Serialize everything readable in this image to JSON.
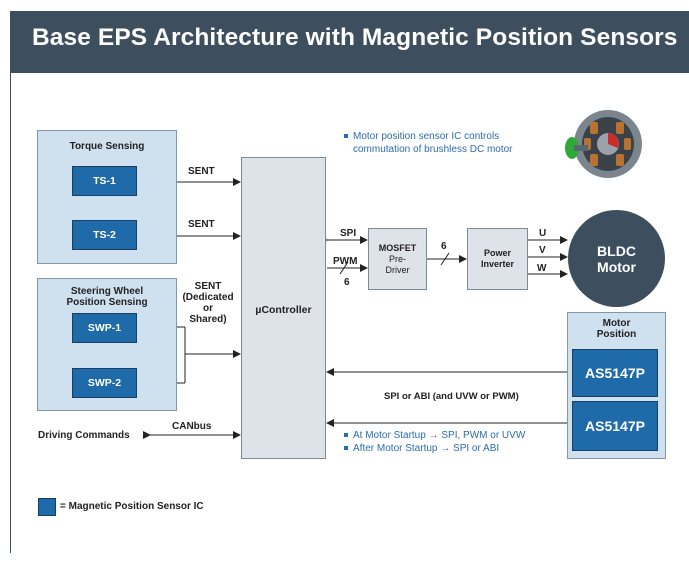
{
  "title": "Base EPS Architecture with Magnetic Position Sensors",
  "torque_panel": {
    "title": "Torque Sensing",
    "chips": [
      "TS-1",
      "TS-2"
    ]
  },
  "steering_panel": {
    "title_line1": "Steering Wheel",
    "title_line2": "Position Sensing",
    "chips": [
      "SWP-1",
      "SWP-2"
    ]
  },
  "signals": {
    "sent1": "SENT",
    "sent2": "SENT",
    "sent3_line1": "SENT",
    "sent3_line2": "(Dedicated",
    "sent3_line3": "or",
    "sent3_line4": "Shared)",
    "spi": "SPI",
    "pwm": "PWM",
    "six_a": "6",
    "six_b": "6",
    "u": "U",
    "v": "V",
    "w": "W",
    "canbus": "CANbus",
    "spi_abi": "SPI or ABI (and UVW or PWM)"
  },
  "mcu_label": "µController",
  "mosfet": {
    "line1": "MOSFET",
    "line2": "Pre-",
    "line3": "Driver"
  },
  "inverter": {
    "line1": "Power",
    "line2": "Inverter"
  },
  "motor": {
    "line1": "BLDC",
    "line2": "Motor"
  },
  "motor_position_panel": {
    "title_line1": "Motor",
    "title_line2": "Position",
    "chips": [
      "AS5147P",
      "AS5147P"
    ]
  },
  "driving_commands": "Driving Commands",
  "notes": {
    "top_line1": "Motor position sensor IC controls",
    "top_line2": "commutation of brushless DC motor",
    "startup": "At Motor Startup → SPI, PWM or UVW",
    "after_startup": "After Motor Startup → SPI or ABI"
  },
  "legend": "= Magnetic Position Sensor IC",
  "colors": {
    "header": "#3d4f5f",
    "panel": "#cfe0ee",
    "chip": "#1f6aa8",
    "block": "#dde3e9",
    "note": "#2b6cb0",
    "motor": "#3d4f5f"
  }
}
